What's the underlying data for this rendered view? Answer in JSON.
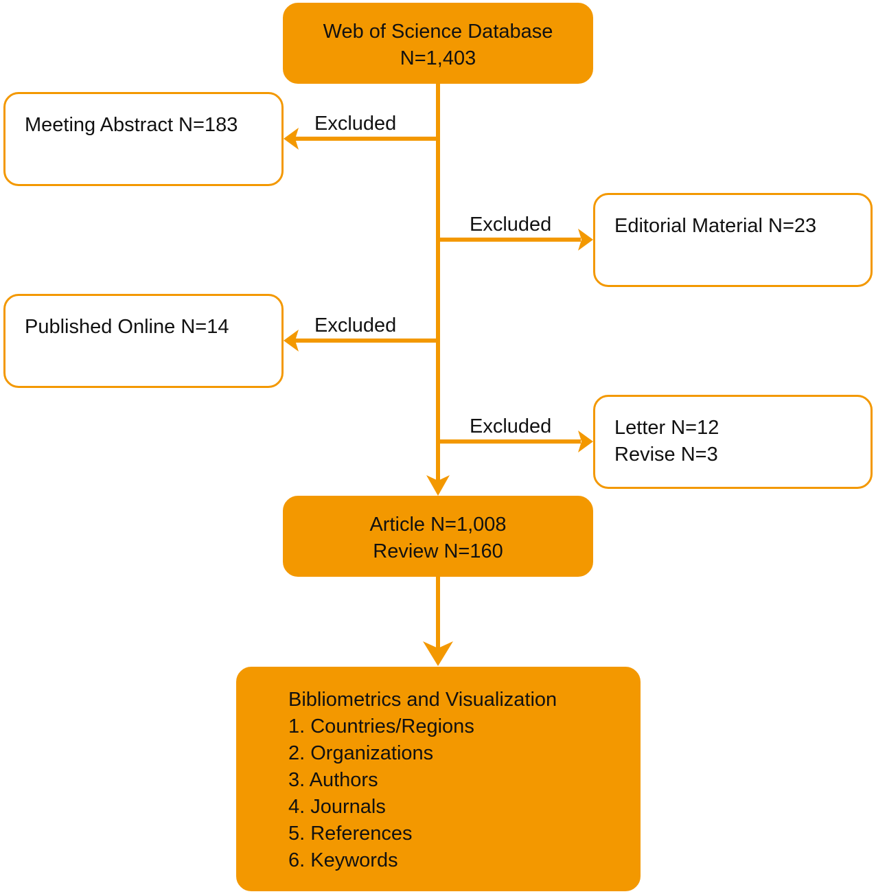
{
  "source": {
    "line1": "Web of Science Database",
    "line2": "N=1,403"
  },
  "exclusions": [
    {
      "label": "Excluded",
      "line1": "Meeting Abstract N=183"
    },
    {
      "label": "Excluded",
      "line1": "Editorial Material N=23"
    },
    {
      "label": "Excluded",
      "line1": "Published Online N=14"
    },
    {
      "label": "Excluded",
      "line1": "Letter N=12",
      "line2": "Revise N=3"
    }
  ],
  "included": {
    "line1": "Article N=1,008",
    "line2": "Review N=160"
  },
  "analysis": {
    "title": "Bibliometrics and Visualization",
    "items": [
      "1. Countries/Regions",
      "2. Organizations",
      "3. Authors",
      "4. Journals",
      "5. References",
      "6. Keywords"
    ]
  },
  "colors": {
    "accent": "#f39800",
    "text": "#111111",
    "background": "#ffffff"
  }
}
